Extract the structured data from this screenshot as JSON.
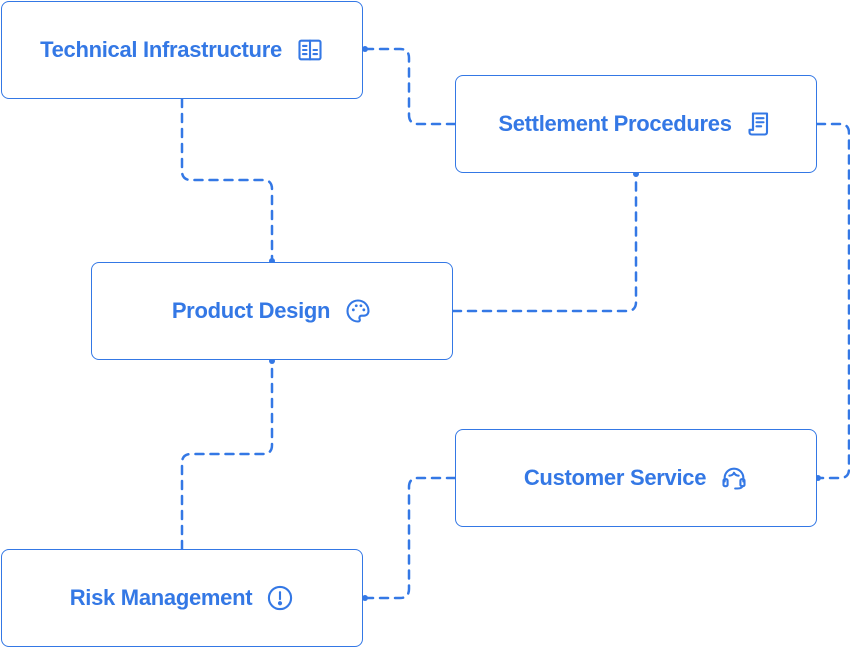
{
  "colors": {
    "accent": "#3478e5",
    "background": "#ffffff"
  },
  "nodes": {
    "technical_infrastructure": {
      "label": "Technical Infrastructure",
      "icon": "building-icon"
    },
    "settlement_procedures": {
      "label": "Settlement Procedures",
      "icon": "receipt-icon"
    },
    "product_design": {
      "label": "Product Design",
      "icon": "palette-icon"
    },
    "customer_service": {
      "label": "Customer Service",
      "icon": "headset-icon"
    },
    "risk_management": {
      "label": "Risk Management",
      "icon": "alert-circle-icon"
    }
  },
  "edges": [
    {
      "from": "Settlement Procedures",
      "to": "Technical Infrastructure"
    },
    {
      "from": "Technical Infrastructure",
      "to": "Product Design"
    },
    {
      "from": "Product Design",
      "to": "Settlement Procedures"
    },
    {
      "from": "Settlement Procedures",
      "to": "Customer Service"
    },
    {
      "from": "Risk Management",
      "to": "Product Design"
    },
    {
      "from": "Customer Service",
      "to": "Risk Management"
    }
  ]
}
